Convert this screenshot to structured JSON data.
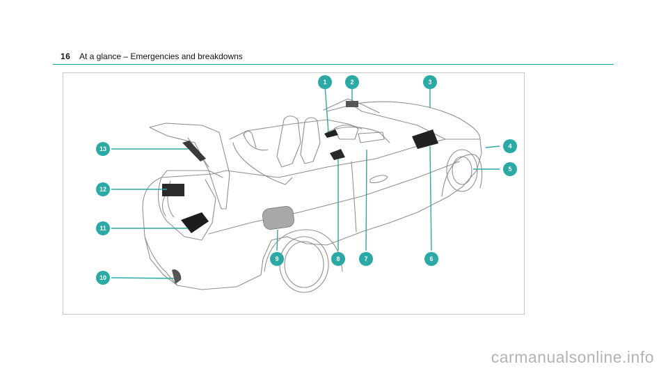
{
  "header": {
    "page_number": "16",
    "title": "At a glance – Emergencies and breakdowns"
  },
  "callouts": [
    "1",
    "2",
    "3",
    "4",
    "5",
    "6",
    "7",
    "8",
    "9",
    "10",
    "11",
    "12",
    "13"
  ],
  "watermark": "carmanualsonline.info",
  "colors": {
    "accent": "#00a4a4",
    "callout": "#2aa9a5",
    "line": "#888888",
    "watermark": "#b3b3b3"
  }
}
